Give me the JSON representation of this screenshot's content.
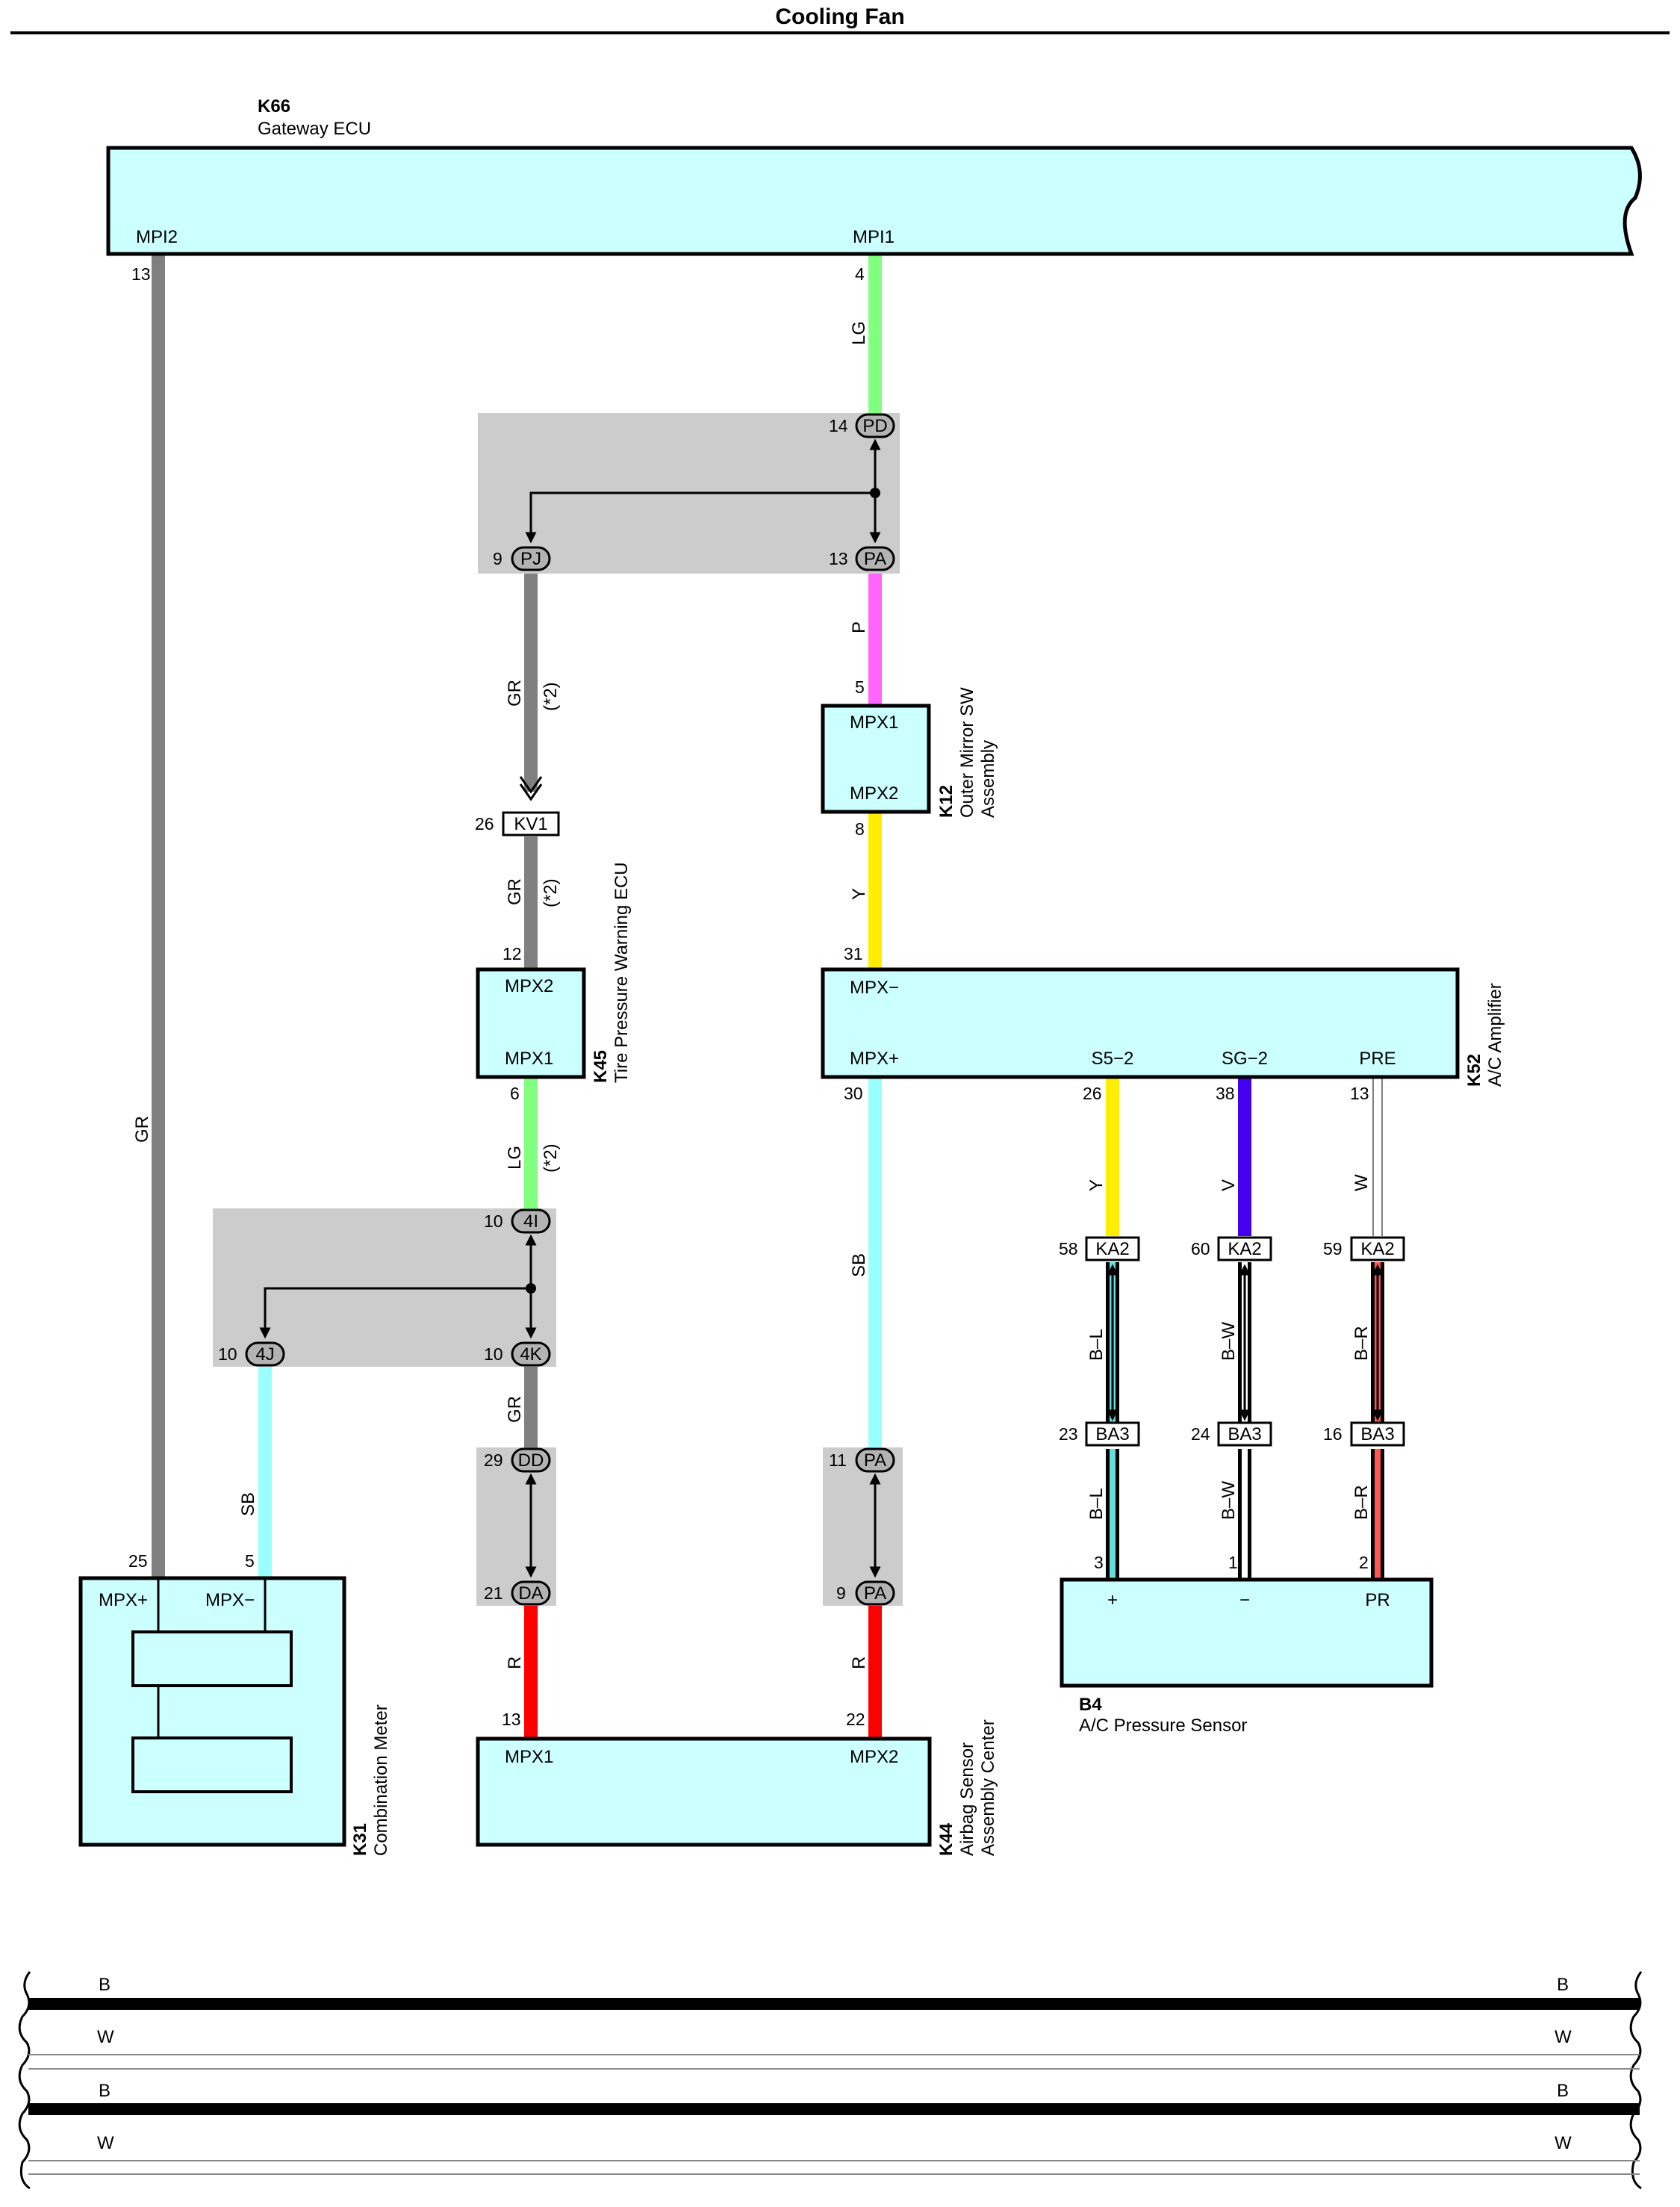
{
  "title": "Cooling Fan",
  "components": {
    "k66": {
      "code": "K66",
      "name": "Gateway ECU",
      "pins": [
        "MPI2",
        "MPI1"
      ]
    },
    "k12": {
      "code": "K12",
      "name1": "Outer Mirror SW",
      "name2": "Assembly",
      "pins": [
        "MPX1",
        "MPX2"
      ]
    },
    "k45": {
      "code": "K45",
      "name": "Tire Pressure Warning ECU",
      "pins": [
        "MPX2",
        "MPX1"
      ]
    },
    "k52": {
      "code": "K52",
      "name": "A/C Amplifier",
      "pins": [
        "MPX−",
        "MPX+",
        "S5−2",
        "SG−2",
        "PRE"
      ]
    },
    "k31": {
      "code": "K31",
      "name": "Combination Meter",
      "pins": [
        "MPX+",
        "MPX−"
      ]
    },
    "k44": {
      "code": "K44",
      "name1": "Airbag Sensor",
      "name2": "Assembly Center",
      "pins": [
        "MPX1",
        "MPX2"
      ]
    },
    "b4": {
      "code": "B4",
      "name": "A/C Pressure Sensor",
      "pins": [
        "+",
        "−",
        "PR"
      ]
    }
  },
  "connectors": {
    "pd": "PD",
    "pa": "PA",
    "pj": "PJ",
    "kv1": "KV1",
    "c4i": "4I",
    "c4j": "4J",
    "c4k": "4K",
    "dd": "DD",
    "da": "DA",
    "pa2": "PA",
    "pa3": "PA",
    "ka2": "KA2",
    "ba3": "BA3"
  },
  "pin_numbers": {
    "k66_mpi2": "13",
    "k66_mpi1": "4",
    "pd": "14",
    "pa": "13",
    "pj": "9",
    "k12_in": "5",
    "k12_out": "8",
    "kv1": "26",
    "k45_in": "12",
    "k45_out": "6",
    "k52_mpxm": "31",
    "k52_mpxp": "30",
    "k52_s5": "26",
    "k52_sg": "38",
    "k52_pre": "13",
    "c4i": "10",
    "c4j": "10",
    "c4k": "10",
    "dd": "29",
    "da": "21",
    "pa2": "11",
    "pa3": "9",
    "k31_mpxp": "25",
    "k31_mpxm": "5",
    "k44_mpx1": "13",
    "k44_mpx2": "22",
    "ka2_a": "58",
    "ka2_b": "60",
    "ka2_c": "59",
    "ba3_a": "23",
    "ba3_b": "24",
    "ba3_c": "16",
    "b4_a": "3",
    "b4_b": "1",
    "b4_c": "2"
  },
  "wire_labels": {
    "gr_main": "GR",
    "lg_top": "LG",
    "p": "P",
    "gr_pj": "GR",
    "gr_kv1": "GR",
    "y_k12": "Y",
    "lg_k45": "LG",
    "sb_k52": "SB",
    "y_s5": "Y",
    "v_sg": "V",
    "w_pre": "W",
    "sb_k31": "SB",
    "gr_4k": "GR",
    "r_da": "R",
    "r_pa": "R",
    "bl_1": "B–L",
    "bw_1": "B–W",
    "br_1": "B–R",
    "bl_2": "B–L",
    "bw_2": "B–W",
    "br_2": "B–R"
  },
  "notes": {
    "star2": "(*2)"
  },
  "ground_bus": [
    {
      "left": "B",
      "right": "B"
    },
    {
      "left": "W",
      "right": "W"
    },
    {
      "left": "B",
      "right": "B"
    },
    {
      "left": "W",
      "right": "W"
    }
  ],
  "colors": {
    "ecu_fill": "#ccffff",
    "GR": "#808080",
    "LG": "#80ff80",
    "P": "#ff66ff",
    "Y": "#ffee00",
    "SB": "#99ffff",
    "V": "#4400ee",
    "W": "#ffffff",
    "R": "#ff0000",
    "splice_shade": "#cccccc"
  }
}
